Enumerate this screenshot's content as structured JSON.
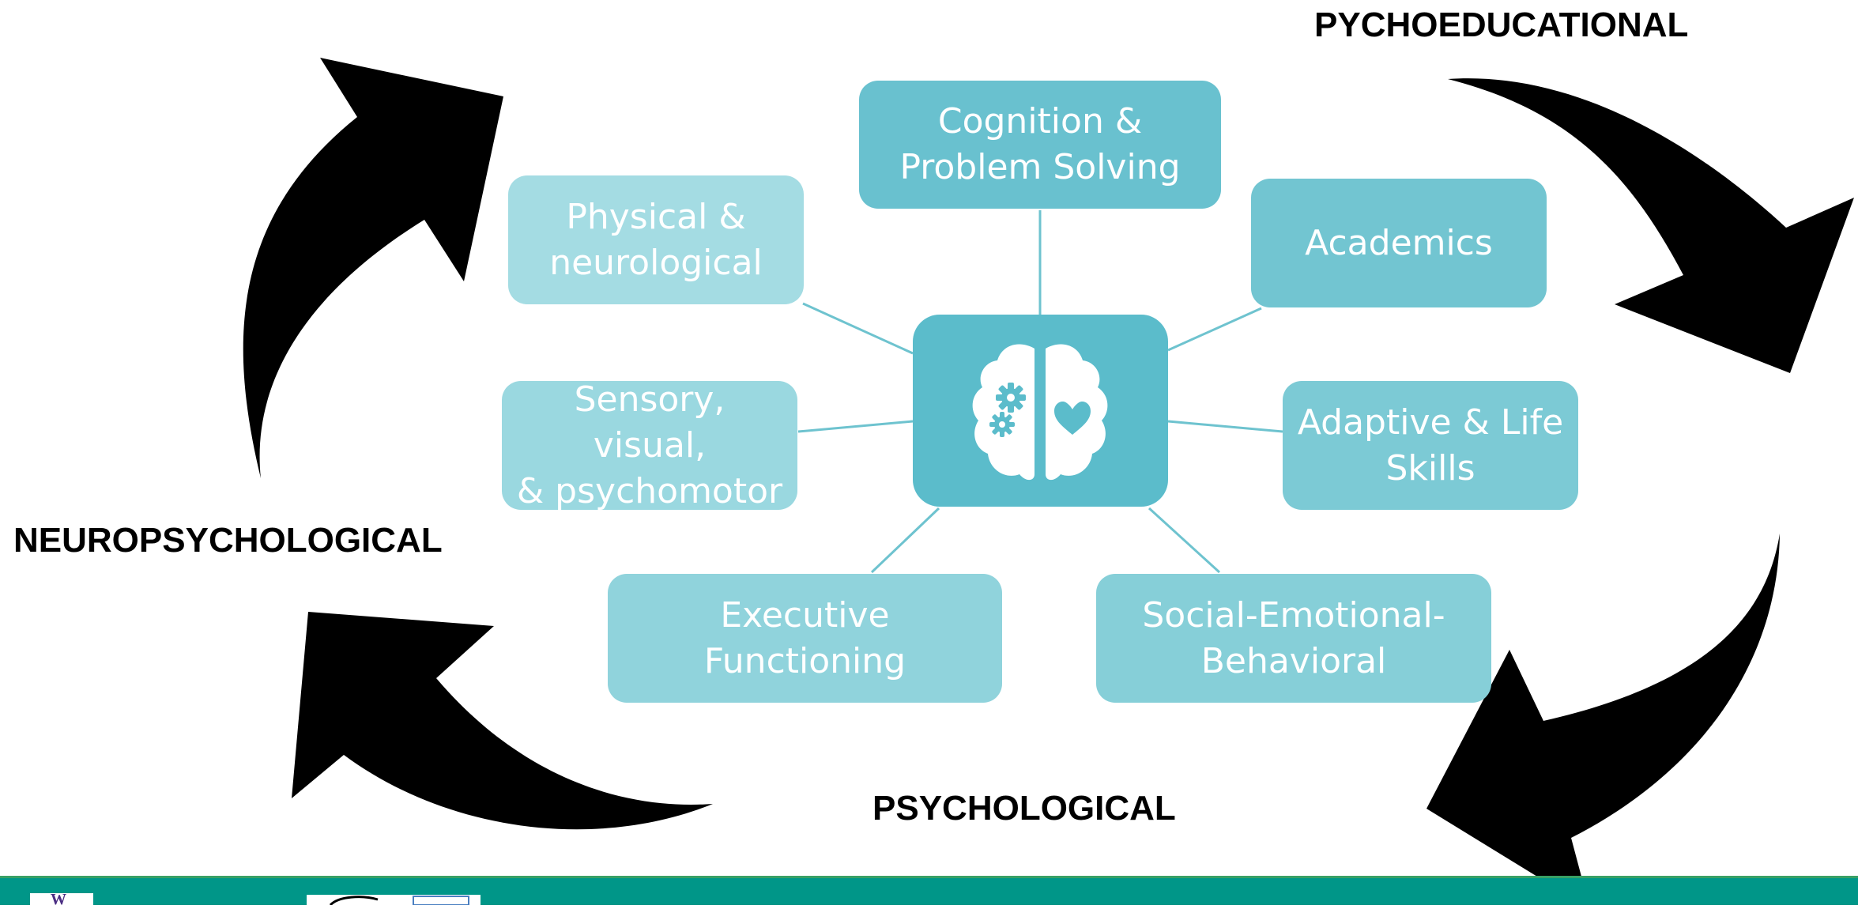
{
  "diagram": {
    "center": {
      "icon": "brain-gears-heart-icon"
    },
    "nodes": [
      {
        "key": "cognition",
        "label": "Cognition &\nProblem Solving"
      },
      {
        "key": "academics",
        "label": "Academics"
      },
      {
        "key": "adaptive",
        "label": "Adaptive & Life\nSkills"
      },
      {
        "key": "social",
        "label": "Social-Emotional-\nBehavioral"
      },
      {
        "key": "executive",
        "label": "Executive\nFunctioning"
      },
      {
        "key": "sensory",
        "label": "Sensory, visual,\n& psychomotor"
      },
      {
        "key": "physical",
        "label": "Physical &\nneurological"
      }
    ],
    "cycle_labels": {
      "top_right": "PYCHOEDUCATIONAL",
      "left": "NEUROPSYCHOLOGICAL",
      "bottom": "PSYCHOLOGICAL"
    },
    "colors": {
      "center": "#5bbccb",
      "cognition": "#69c1cf",
      "academics": "#72c5d1",
      "adaptive": "#7ccad5",
      "social": "#86cfd8",
      "executive": "#90d3dc",
      "sensory": "#9ad8e0",
      "physical": "#a4dce3",
      "connector": "#6ec3cf",
      "arrow": "#000000",
      "footer": "#009688"
    }
  },
  "footer": {
    "logo_text": "W"
  }
}
